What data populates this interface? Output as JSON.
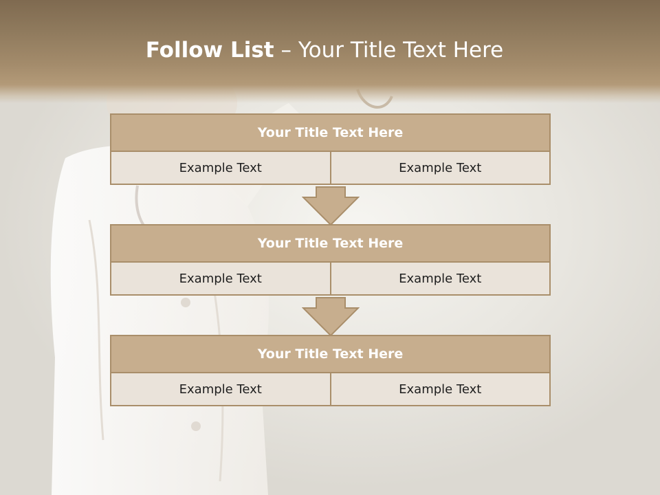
{
  "slide": {
    "title_bold": "Follow List",
    "title_rest": " – Your Title Text Here"
  },
  "steps": [
    {
      "title": "Your Title Text Here",
      "left": "Example Text",
      "right": "Example Text"
    },
    {
      "title": "Your Title Text Here",
      "left": "Example Text",
      "right": "Example Text"
    },
    {
      "title": "Your Title Text Here",
      "left": "Example Text",
      "right": "Example Text"
    }
  ],
  "colors": {
    "header_brown": "#8f7a5d",
    "title_bar_fill": "#c7ae8e",
    "cell_fill": "#eae3da",
    "border": "#a98e6a",
    "arrow_fill": "#c7ae8e"
  }
}
